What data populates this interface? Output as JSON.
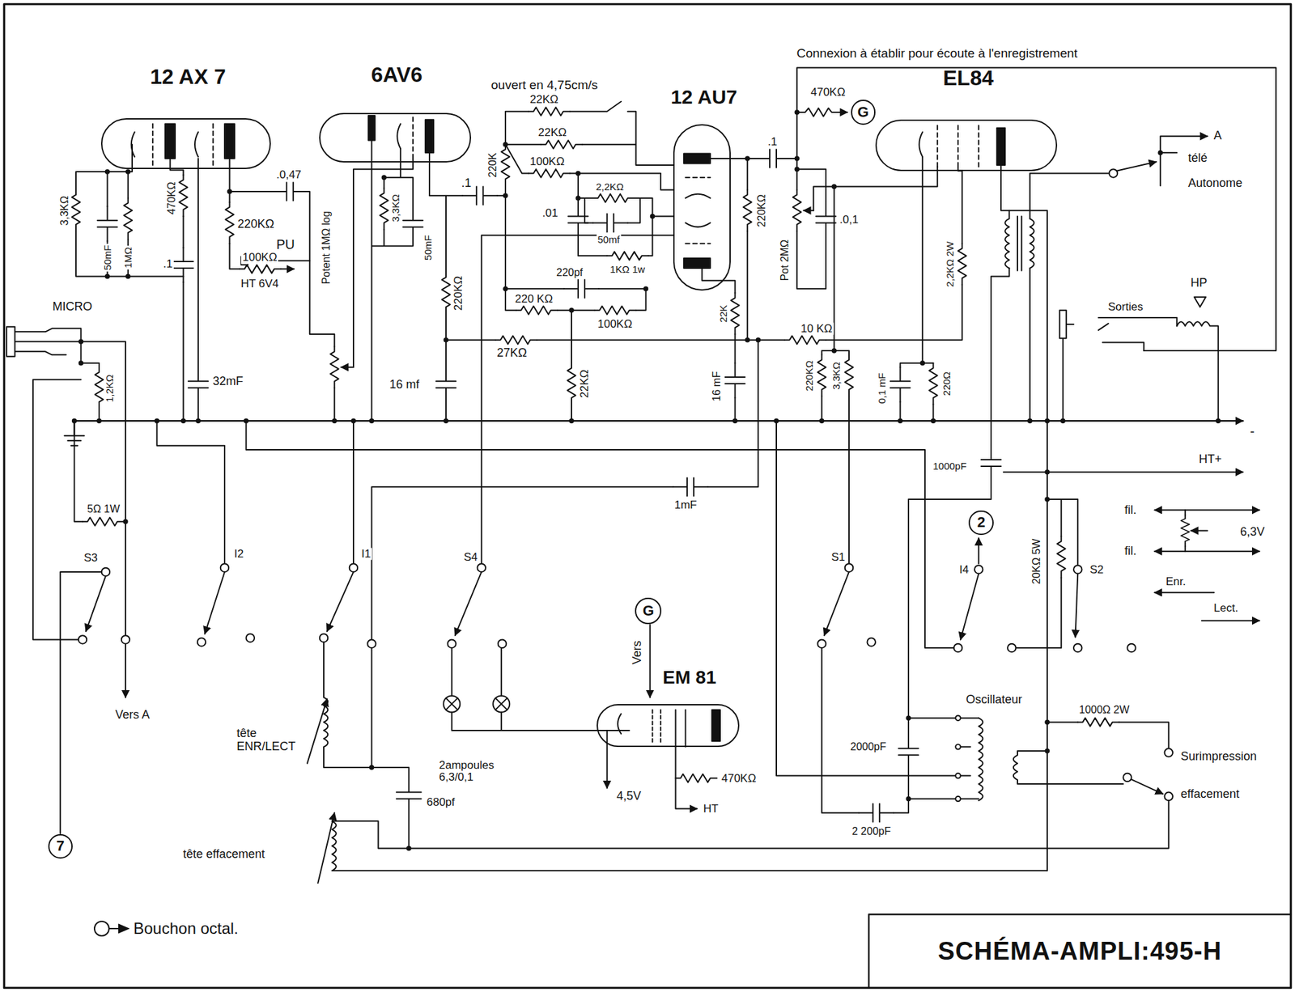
{
  "diagram": {
    "title": "SCHÉMA-AMPLI:495-H",
    "nodes": [
      {
        "text": [
          "12 AX 7"
        ]
      },
      {
        "text": [
          "6AV6"
        ]
      },
      {
        "text": [
          "12 AU7"
        ]
      },
      {
        "text": [
          "EL84"
        ]
      },
      {
        "text": [
          "G"
        ]
      },
      {
        "text": [
          "2"
        ]
      },
      {
        "text": [
          "G"
        ]
      },
      {
        "text": [
          "EM 81"
        ]
      },
      {
        "text": [
          "7"
        ]
      }
    ],
    "labels": [
      "Connexion à établir pour écoute à l'enregistrement",
      "ouvert en 4,75cm/s",
      "22KΩ",
      "22KΩ",
      "100KΩ",
      "220K",
      "2,2KΩ",
      ".01",
      "50mf",
      "220pf",
      "1KΩ 1w",
      "220 KΩ",
      "100KΩ",
      "27KΩ",
      "22KΩ",
      ".1",
      "220KΩ",
      "16 mf",
      "3,3KΩ",
      "50mF",
      "Potent 1MΩ log",
      "PU",
      ".0,47",
      "220KΩ",
      "100KΩ",
      "HT 6V4",
      "470KΩ",
      ".1",
      "32mF",
      "3,3KΩ",
      "50mF",
      "1MΩ",
      "MICRO",
      "1,2KΩ",
      "5Ω 1W",
      "S3",
      "I2",
      "Vers A",
      "I1",
      "tête ENR/LECT",
      "680pf",
      "tête effacement",
      "S4",
      "2ampoules 6,3/0,1",
      "Vers",
      "4,5V",
      "470KΩ",
      "HT",
      "1mF",
      "16 mF",
      "22K",
      ".1",
      "470KΩ",
      "220KΩ",
      "Pot 2MΩ",
      ".0,1",
      "10 KΩ",
      "220KΩ",
      "3,3KΩ",
      "0,1 mF",
      "220Ω",
      "2,2KΩ 2W",
      "1000pF",
      "I4",
      "S1",
      "Oscillateur",
      "2000pF",
      "2 200pF",
      "20KΩ 5W",
      "S2",
      "fil.",
      "fil.",
      "6,3V",
      "Enr.",
      "Lect.",
      "1000Ω 2W",
      "Surimpression",
      "effacement",
      "Sorties",
      "HP",
      "télé",
      "Autonome",
      "A",
      "HT+",
      "-"
    ],
    "legend": [
      {
        "text": "Bouchon octal."
      }
    ]
  }
}
